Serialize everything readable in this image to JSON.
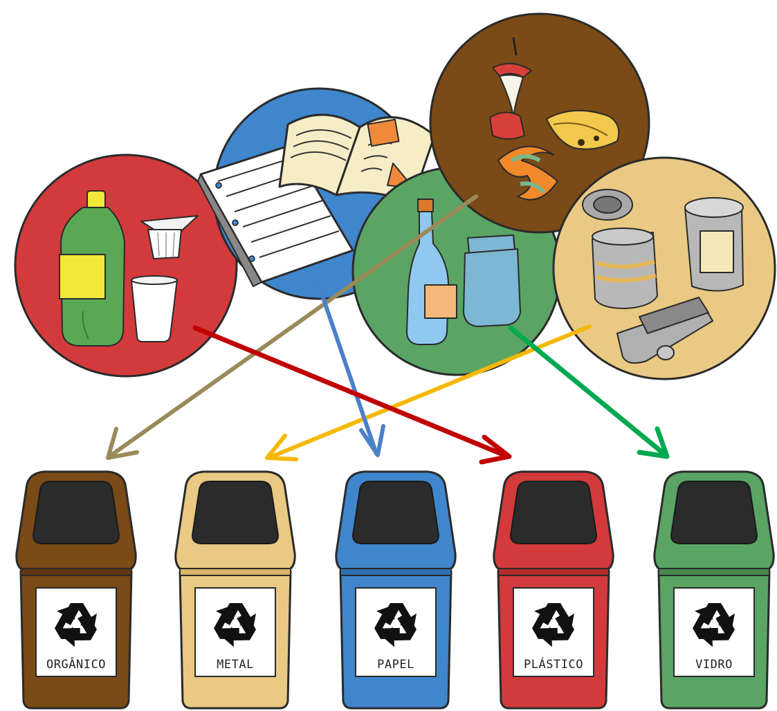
{
  "colors": {
    "plastico": "#d23a3c",
    "papel": "#3f86cc",
    "vidro": "#5aa464",
    "organico": "#7a4a17",
    "metal": "#e9c983",
    "arrow_organico": "#9a8a5a",
    "arrow_metal": "#f5b800",
    "arrow_papel": "#4a80c8",
    "arrow_plastico": "#c00000",
    "arrow_vidro": "#00a850"
  },
  "waste_groups": [
    {
      "id": "plastico",
      "items": [
        "bottle-icon",
        "yogurt-cup-icon",
        "plastic-cup-icon"
      ]
    },
    {
      "id": "papel",
      "items": [
        "notebook-icon",
        "open-book-icon"
      ]
    },
    {
      "id": "vidro",
      "items": [
        "glass-bottle-icon",
        "glass-jar-icon"
      ]
    },
    {
      "id": "organico",
      "items": [
        "apple-core-icon",
        "banana-peel-icon",
        "orange-peel-icon"
      ]
    },
    {
      "id": "metal",
      "items": [
        "tin-can-icon",
        "drink-can-icon",
        "sardine-tin-icon"
      ]
    }
  ],
  "bins": [
    {
      "id": "organico",
      "label": "ORGÂNICO",
      "icon": "recycle-icon"
    },
    {
      "id": "metal",
      "label": "METAL",
      "icon": "recycle-icon"
    },
    {
      "id": "papel",
      "label": "PAPEL",
      "icon": "recycle-icon"
    },
    {
      "id": "plastico",
      "label": "PLÁSTICO",
      "icon": "recycle-icon"
    },
    {
      "id": "vidro",
      "label": "VIDRO",
      "icon": "recycle-icon"
    }
  ],
  "arrows": [
    {
      "from": "organico",
      "to": "organico"
    },
    {
      "from": "metal",
      "to": "metal"
    },
    {
      "from": "papel",
      "to": "papel"
    },
    {
      "from": "plastico",
      "to": "plastico"
    },
    {
      "from": "vidro",
      "to": "vidro"
    }
  ]
}
